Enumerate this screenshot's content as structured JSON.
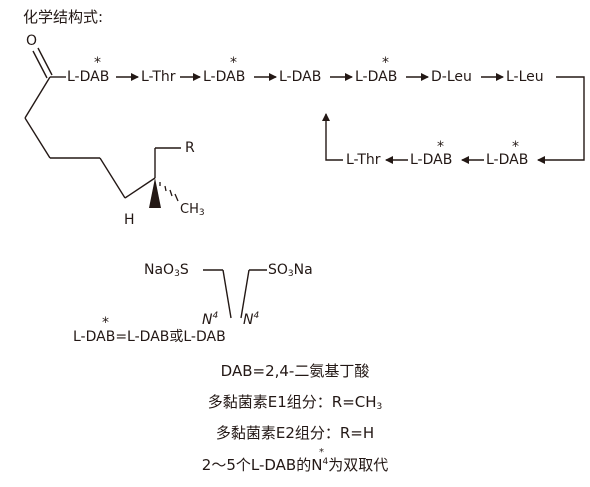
{
  "heading": "化学结构式:",
  "star": "*",
  "chain": {
    "oxygen": "O",
    "r_group": "R",
    "hydrogen": "H",
    "methyl_base": "CH",
    "methyl_sub": "3",
    "top_residues": [
      "L-DAB",
      "L-Thr",
      "L-DAB",
      "L-DAB",
      "L-DAB",
      "D-Leu",
      "L-Leu"
    ],
    "bottom_residues": [
      "L-Thr",
      "L-DAB",
      "L-DAB"
    ]
  },
  "substituent": {
    "left_group_a": "NaO",
    "left_group_sub": "3",
    "left_group_b": "S",
    "right_group_a": "SO",
    "right_group_sub": "3",
    "right_group_b": "Na",
    "n": "N",
    "n_sup": "4"
  },
  "definition": "L-DAB=L-DAB或L-DAB",
  "notes": {
    "dab": "DAB=2,4-二氨基丁酸",
    "e1_prefix": "多黏菌素E1组分：R=CH",
    "e1_sub": "3",
    "e2": "多黏菌素E2组分：R=H",
    "sub_a": "2～5个",
    "sub_b": "L-DAB",
    "sub_c": "的N",
    "sub_sup": "4",
    "sub_d": "为双取代"
  }
}
